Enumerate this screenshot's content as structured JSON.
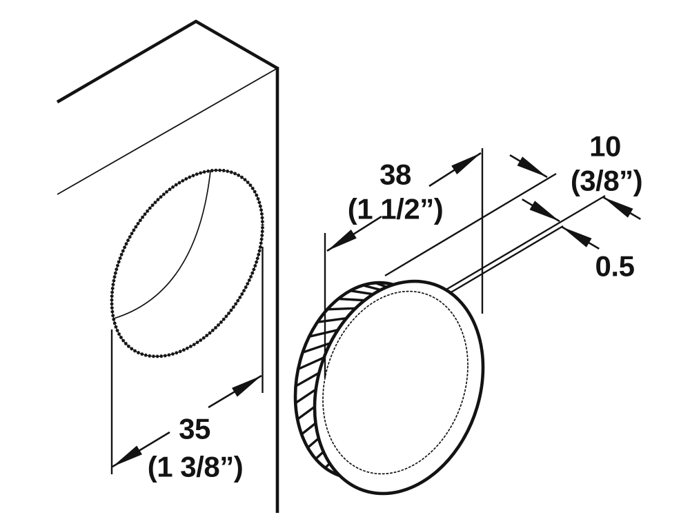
{
  "figure": {
    "description": "Technical installation drawing of a round knurled cover cap and a panel with a drill hole",
    "background_color": "#ffffff",
    "ink_color": "#131313",
    "parts": {
      "panel": "panel-with-drill-hole",
      "cap": "knurled-round-cover-cap"
    },
    "dimensions": {
      "hole_diameter": {
        "metric": "35",
        "imperial": "(1 3/8”)"
      },
      "cap_diameter": {
        "metric": "38",
        "imperial": "(1 1/2”)"
      },
      "cap_depth": {
        "metric": "10",
        "imperial": "(3/8”)"
      },
      "rim_thickness": {
        "metric": "0.5",
        "imperial": ""
      }
    }
  }
}
